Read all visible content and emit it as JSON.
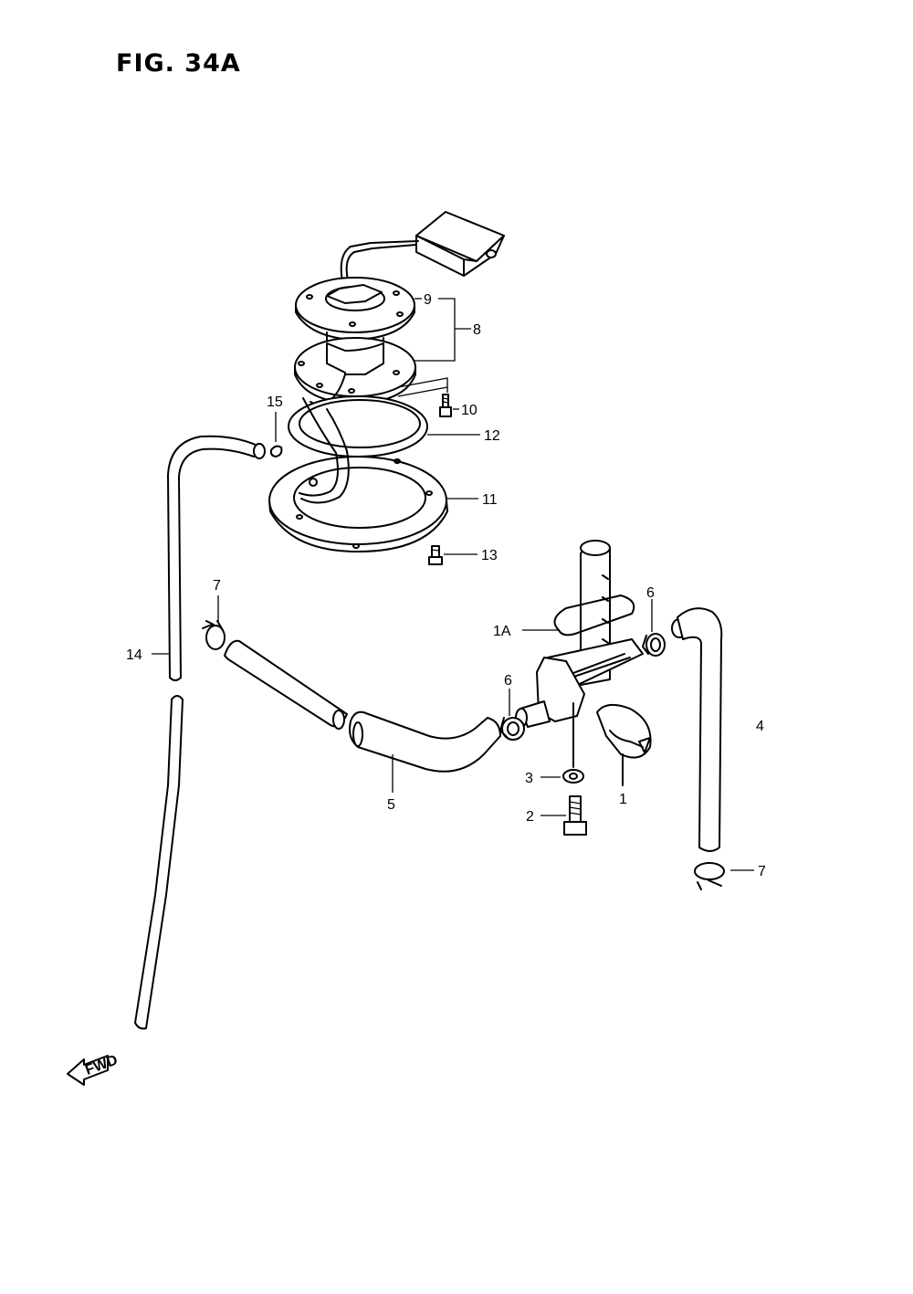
{
  "figure": {
    "title": "FIG. 34A"
  },
  "fwd_marker": {
    "text": "FWD"
  },
  "callouts": [
    {
      "id": "c9",
      "text": "9"
    },
    {
      "id": "c8",
      "text": "8"
    },
    {
      "id": "c10",
      "text": "10"
    },
    {
      "id": "c15",
      "text": "15"
    },
    {
      "id": "c12",
      "text": "12"
    },
    {
      "id": "c11",
      "text": "11"
    },
    {
      "id": "c13",
      "text": "13"
    },
    {
      "id": "c7a",
      "text": "7"
    },
    {
      "id": "c6a",
      "text": "6"
    },
    {
      "id": "c1a",
      "text": "1A"
    },
    {
      "id": "c14",
      "text": "14"
    },
    {
      "id": "c6b",
      "text": "6"
    },
    {
      "id": "c4",
      "text": "4"
    },
    {
      "id": "c3",
      "text": "3"
    },
    {
      "id": "c1",
      "text": "1"
    },
    {
      "id": "c5",
      "text": "5"
    },
    {
      "id": "c2",
      "text": "2"
    },
    {
      "id": "c7b",
      "text": "7"
    }
  ]
}
